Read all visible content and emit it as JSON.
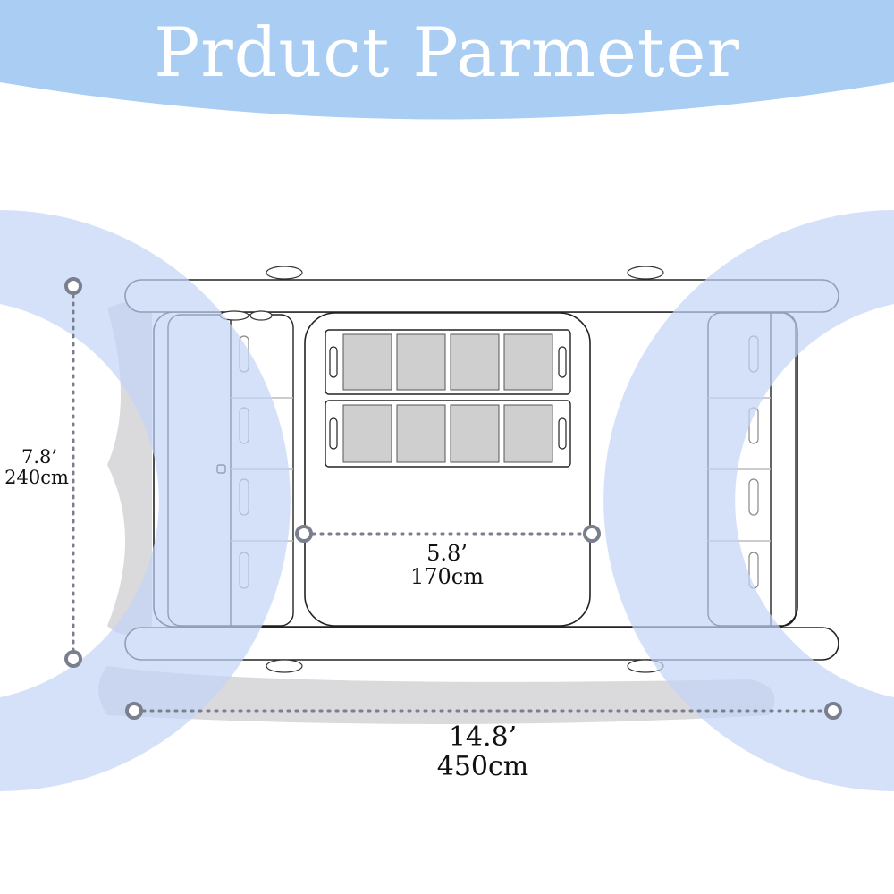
{
  "title": "Prduct Parmeter",
  "dimensions": {
    "height": {
      "imperial": "7.8’",
      "metric": "240cm"
    },
    "pad_width": {
      "imperial": "5.8’",
      "metric": "170cm"
    },
    "length": {
      "imperial": "14.8’",
      "metric": "450cm"
    }
  },
  "colors": {
    "banner": "#a9cdf3",
    "overlay": "#d6e2fb",
    "outline": "#222222",
    "dot_marker": "#7a7f8e"
  }
}
